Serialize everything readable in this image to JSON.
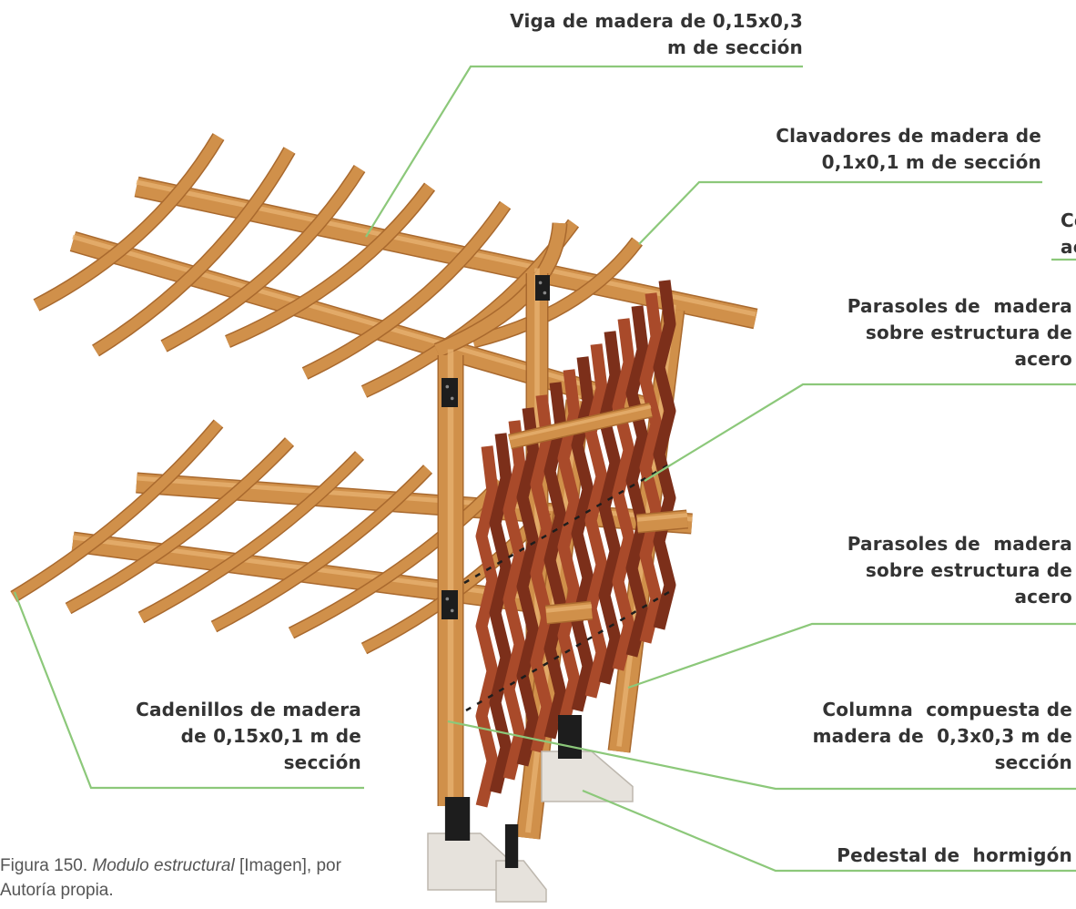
{
  "labels": {
    "viga": "Viga de madera de 0,15x0,3\nm de sección",
    "clavadores": "Clavadores de madera de\n0,1x0,1 m de sección",
    "cropped": "Co\nac",
    "parasoles_1": "Parasoles de  madera\nsobre estructura de\nacero",
    "parasoles_2": "Parasoles de  madera\nsobre estructura de\nacero",
    "columna": "Columna  compuesta de\nmadera de  0,3x0,3 m de\nsección",
    "cadenillos": "Cadenillos de madera\nde 0,15x0,1 m de\nsección",
    "pedestal": "Pedestal de  hormigón"
  },
  "caption": {
    "prefix": "Figura 150. ",
    "title": "Modulo estructural",
    "suffix": " [Imagen], por",
    "line2": "Autoría propia."
  },
  "colors": {
    "leader": "#8cc87a",
    "wood": "#d0904a",
    "wood_dark": "#a9692e",
    "louver": "#a94a2a",
    "louver_dark": "#7c2f1a",
    "concrete": "#e6e2dc",
    "steel": "#1d1d1d"
  }
}
